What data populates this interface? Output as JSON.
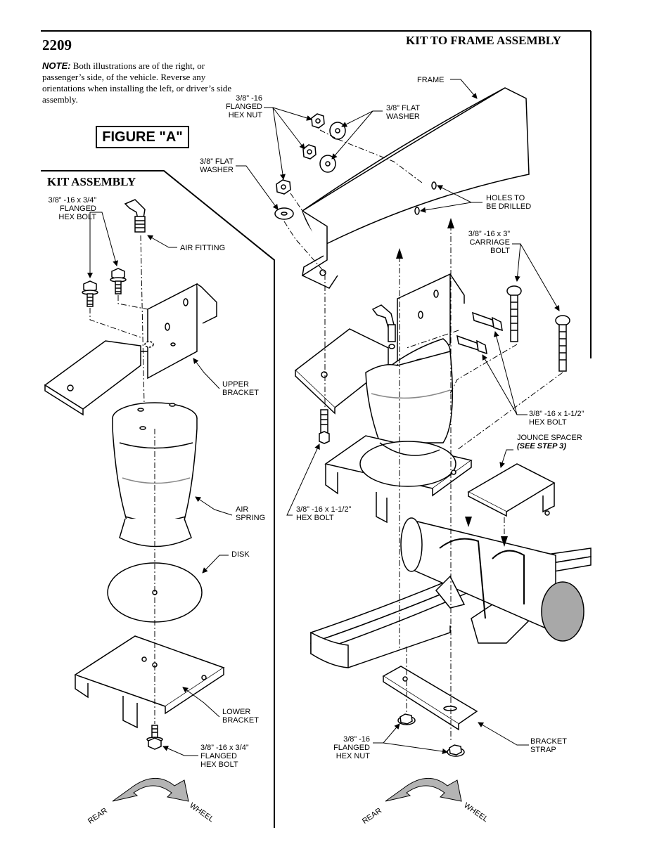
{
  "page_number": "2209",
  "section_titles": {
    "kit_to_frame": "KIT TO FRAME ASSEMBLY",
    "kit_assembly": "KIT ASSEMBLY"
  },
  "note": {
    "label": "NOTE:",
    "text": "Both illustrations are of the right, or passenger’s side, of the vehicle.  Reverse any orientations when installing the left, or driver’s side assembly."
  },
  "figure_label": "FIGURE \"A\"",
  "labels": {
    "flanged_bolt_top_1": "3/8” -16 x 3/4”",
    "flanged_bolt_top_2": "FLANGED",
    "flanged_bolt_top_3": "HEX BOLT",
    "air_fitting": "AIR FITTING",
    "upper_bracket_1": "UPPER",
    "upper_bracket_2": "BRACKET",
    "air_spring_1": "AIR",
    "air_spring_2": "SPRING",
    "disk": "DISK",
    "lower_bracket_1": "LOWER",
    "lower_bracket_2": "BRACKET",
    "flanged_bolt_bottom_1": "3/8” -16 x 3/4”",
    "flanged_bolt_bottom_2": "FLANGED",
    "flanged_bolt_bottom_3": "HEX BOLT",
    "hex_nut_top_1": "3/8” -16",
    "hex_nut_top_2": "FLANGED",
    "hex_nut_top_3": "HEX NUT",
    "flat_washer_left_1": "3/8” FLAT",
    "flat_washer_left_2": "WASHER",
    "frame": "FRAME",
    "flat_washer_right_1": "3/8” FLAT",
    "flat_washer_right_2": "WASHER",
    "holes_1": "HOLES TO",
    "holes_2": "BE DRILLED",
    "carriage_bolt_1": "3/8” -16 x 3”",
    "carriage_bolt_2": "CARRIAGE",
    "carriage_bolt_3": "BOLT",
    "hex_bolt_right_1": "3/8” -16 x 1-1/2”",
    "hex_bolt_right_2": "HEX BOLT",
    "jounce_1": "JOUNCE SPACER",
    "jounce_2": "(SEE STEP 3)",
    "hex_bolt_left_1": "3/8” -16 x 1-1/2”",
    "hex_bolt_left_2": "HEX BOLT",
    "hex_nut_bottom_1": "3/8” -16",
    "hex_nut_bottom_2": "FLANGED",
    "hex_nut_bottom_3": "HEX NUT",
    "bracket_strap_1": "BRACKET",
    "bracket_strap_2": "STRAP",
    "rear": "REAR",
    "wheel": "WHEEL"
  },
  "colors": {
    "ink": "#000000",
    "arrow_fill": "#b4b4b4",
    "axle_end": "#a8a8a8",
    "spring_shade": "#dcdcdc"
  }
}
